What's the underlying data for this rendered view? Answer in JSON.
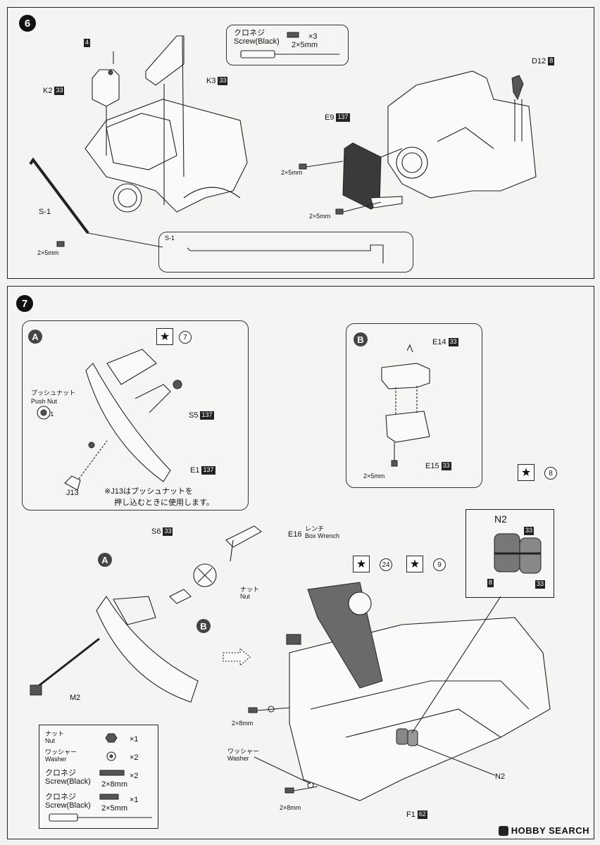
{
  "step6": {
    "number": "6",
    "screw_box": {
      "jp": "クロネジ",
      "en": "Screw(Black)",
      "qty": "×3",
      "size": "2×5mm"
    },
    "parts": {
      "box4": "4",
      "k2": "K2",
      "k2n": "33",
      "k3": "K3",
      "k3n": "33",
      "s1": "S-1",
      "s1b": "S-1",
      "e9": "E9",
      "e9n": "137",
      "d12": "D12",
      "d12n": "8"
    },
    "screw_small": "2×5mm"
  },
  "step7": {
    "number": "7",
    "subA": {
      "letter": "A",
      "star": "★",
      "ref": "7",
      "pushnut_jp": "プッシュナット",
      "pushnut_en": "Push Nut",
      "pushnut_qty": "×1",
      "s5": "S5",
      "s5n": "137",
      "e1": "E1",
      "e1n": "137",
      "j13": "J13",
      "note1": "※J13はプッシュナットを",
      "note2": "押し込むときに使用します。"
    },
    "subB": {
      "letter": "B",
      "e14": "E14",
      "e14n": "33",
      "e15": "E15",
      "e15n": "33",
      "screw": "2×5mm"
    },
    "main": {
      "s6": "S6",
      "s6n": "33",
      "e16": "E16",
      "e16_jp": "レンチ",
      "e16_en": "Box Wrench",
      "nut_jp": "ナット",
      "nut_en": "Nut",
      "a": "A",
      "b": "B",
      "m2": "M2",
      "ref24": "24",
      "ref9": "9",
      "ref8": "8",
      "n2": "N2",
      "n2b": "N2",
      "n2_33a": "33",
      "n2_8": "8",
      "n2_33b": "33",
      "screw_2x8a": "2×8mm",
      "screw_2x8b": "2×8mm",
      "washer_jp": "ワッシャー",
      "washer_en": "Washer",
      "f1": "F1",
      "f1n": "62"
    },
    "legend": {
      "nut_jp": "ナット",
      "nut_en": "Nut",
      "nut_qty": "×1",
      "washer_jp": "ワッシャー",
      "washer_en": "Washer",
      "washer_qty": "×2",
      "scr1_jp": "クロネジ",
      "scr1_en": "Screw(Black)",
      "scr1_qty": "×2",
      "scr1_size": "2×8mm",
      "scr2_jp": "クロネジ",
      "scr2_en": "Screw(Black)",
      "scr2_qty": "×1",
      "scr2_size": "2×5mm"
    }
  },
  "watermark": "HOBBY SEARCH"
}
